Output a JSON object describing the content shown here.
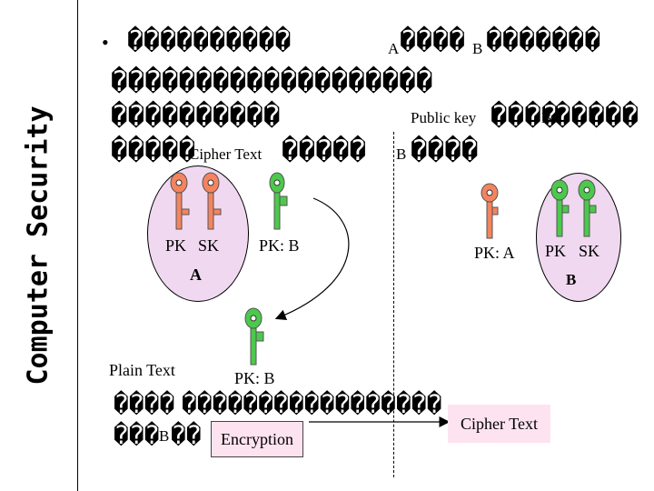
{
  "sidebar": {
    "title": "Computer Security"
  },
  "bullet": "•",
  "lines": {
    "line1": "����������",
    "line1_a": "A",
    "line1_b": "����",
    "line1_c": "B",
    "line1_d": "�������",
    "line2": "�������������������",
    "line3_a": "����������",
    "line3_b": "Public key",
    "line3_c": "����",
    "line3_d": "B",
    "line3_e": "�����",
    "line4_a": "�����",
    "line4_b": "Cipher Text",
    "line4_c": "�����",
    "line4_d": "B",
    "line4_e": "����"
  },
  "left_group": {
    "pk": "PK",
    "sk": "SK",
    "owner": "A"
  },
  "pk_b_top": "PK: B",
  "pk_a": "PK: A",
  "right_group": {
    "pk": "PK",
    "sk": "SK",
    "owner": "B"
  },
  "plain_text": "Plain Text",
  "pk_b_bottom": "PK: B",
  "bottom_lines": {
    "row1_a": "����",
    "row1_b": "�����������������",
    "row2_a": "���",
    "row2_b": "B",
    "row2_c": "��"
  },
  "encryption_label": "Encryption",
  "cipher_box_label": "Cipher  Text",
  "colors": {
    "orange_key": "#f4845f",
    "green_key": "#4cc94c",
    "ellipse_fill": "#f0d9f0",
    "box_fill": "#fde3f0"
  }
}
